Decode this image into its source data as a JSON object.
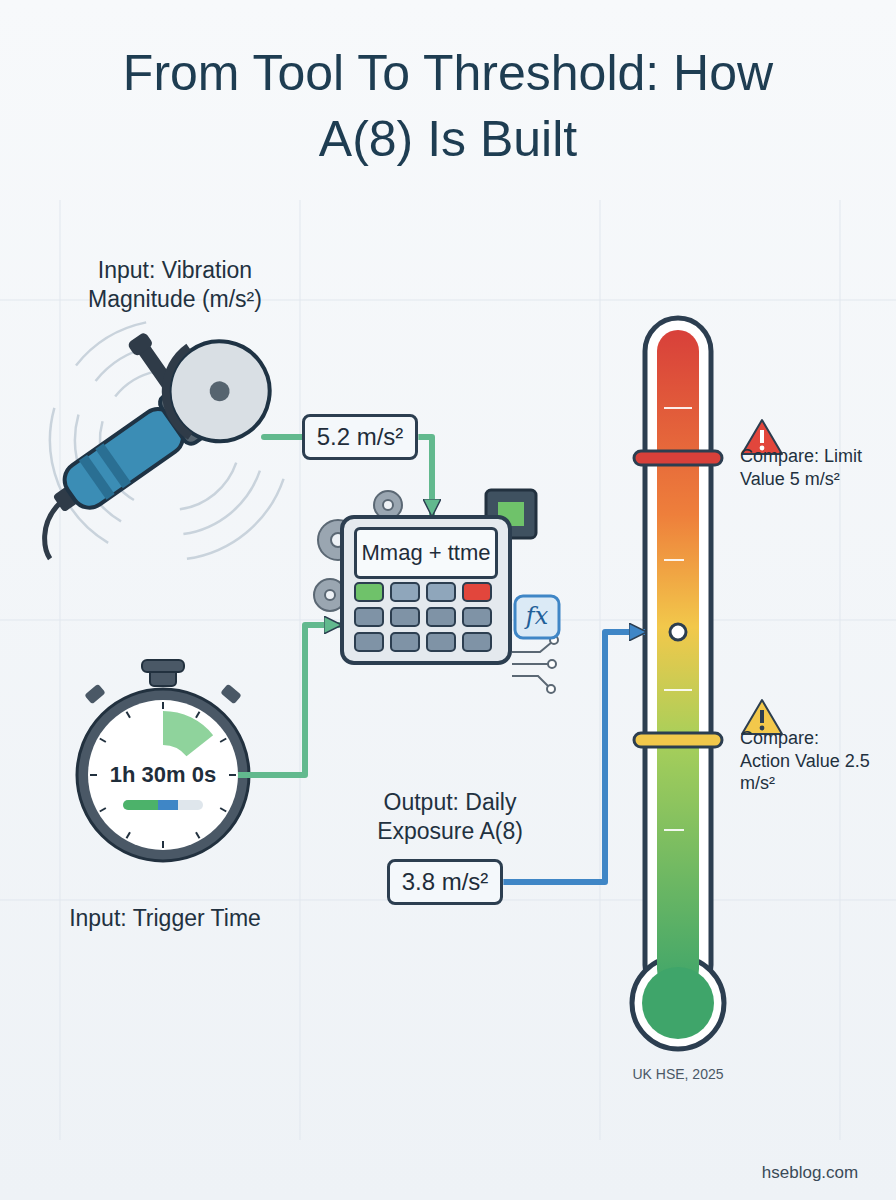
{
  "diagram": {
    "title": "From Tool To Threshold: How A(8) Is Built",
    "nodes": [
      {
        "text": [
          "5.2 m/s²"
        ]
      },
      {
        "text": [
          "Mmag + ttme"
        ]
      },
      {
        "text": [
          "1h 30m 0s"
        ]
      },
      {
        "text": [
          "3.8 m/s²"
        ]
      },
      {
        "text": [
          "Compare: Limit Value 5 m/s²",
          "Compare: Action Value 2.5 m/s²"
        ]
      }
    ],
    "edges": [
      {
        "from": 0,
        "to": 1,
        "arrow": "to"
      },
      {
        "from": 2,
        "to": 1,
        "arrow": "to"
      },
      {
        "from": 3,
        "to": 4,
        "arrow": "to"
      }
    ],
    "labels": [
      "Input: Vibration Magnitude (m/s²)",
      "fx",
      "Output: Daily Exposure A(8)",
      "Input: Trigger Time",
      "UK HSE, 2025",
      "hseblog.com"
    ]
  }
}
